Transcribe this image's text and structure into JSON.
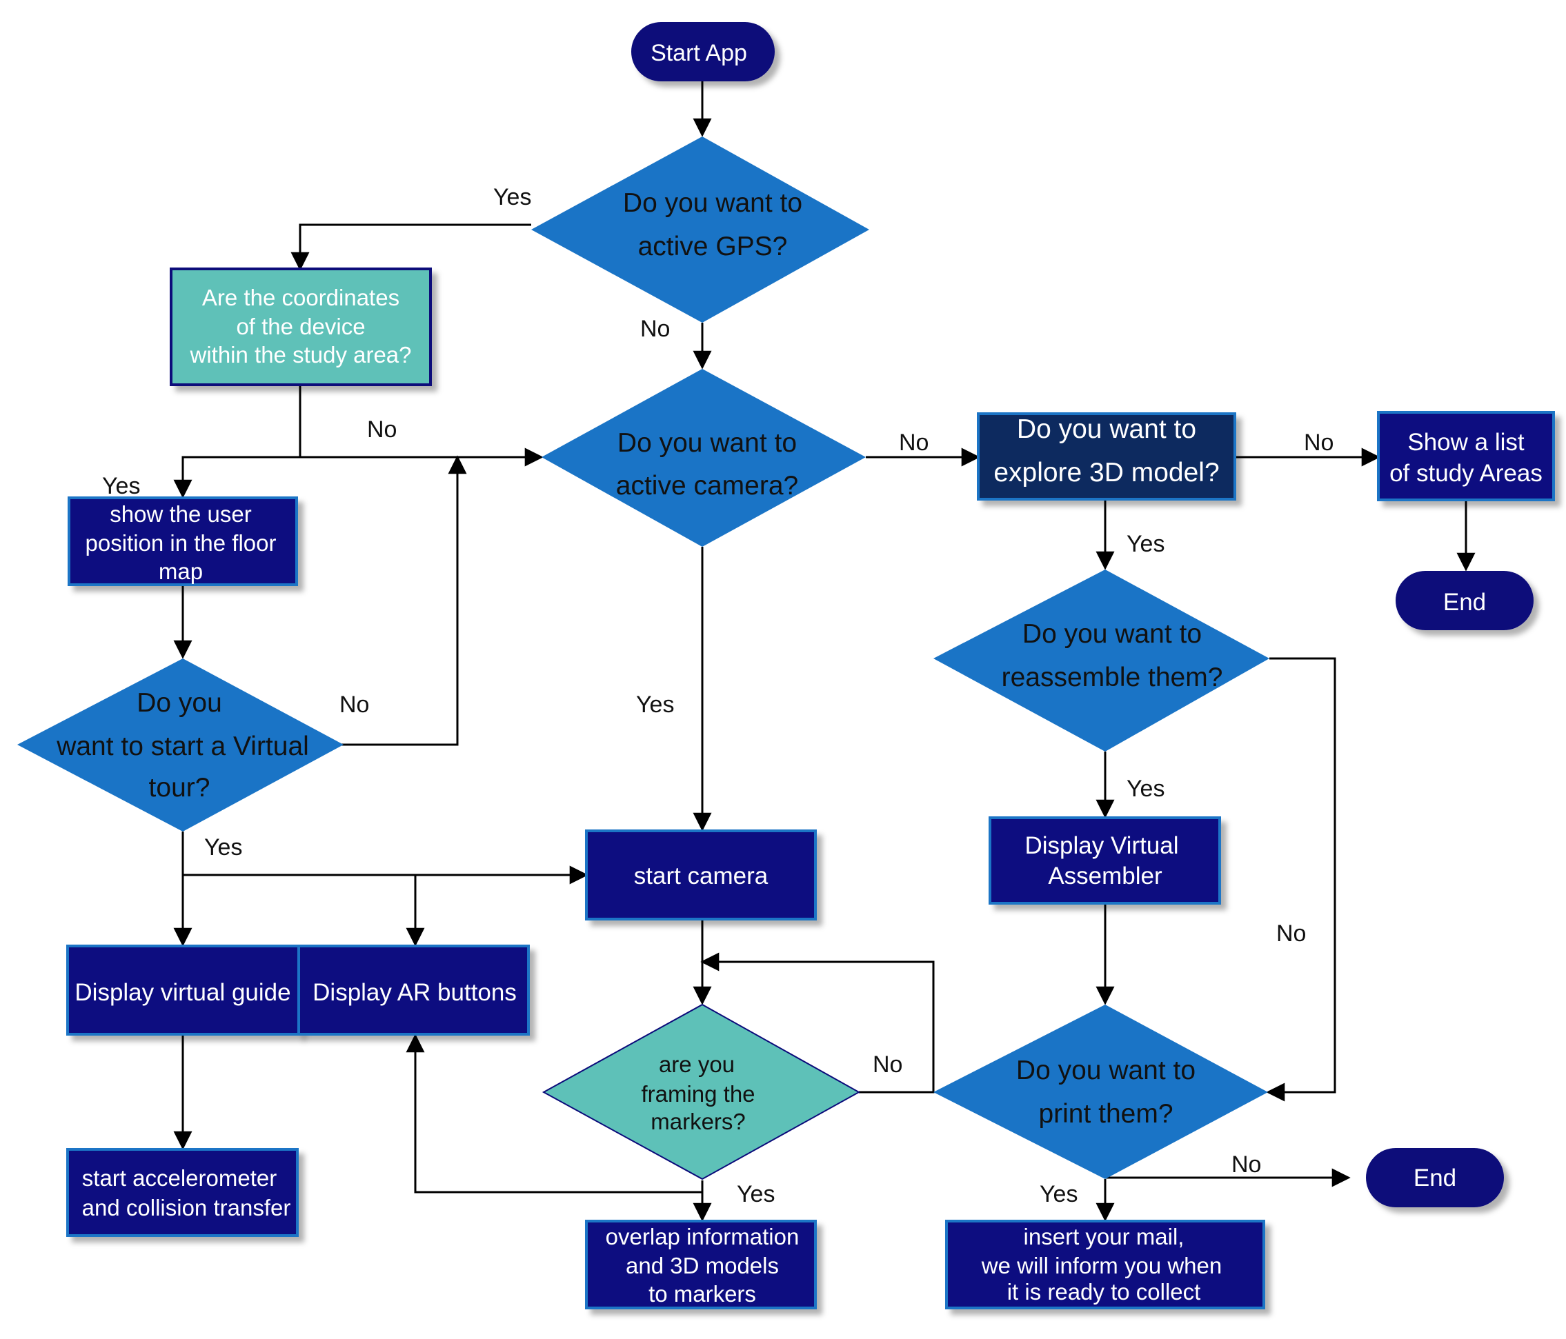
{
  "colors": {
    "terminal": "#0b0b7a",
    "process": "#0d0d80",
    "decision": "#1a74c6",
    "decision_alt": "#5ec1b8",
    "process_alt": "#5ec1b8",
    "explore_box": "#0d2a5e",
    "edge": "#000000"
  },
  "nodes": {
    "start_app": "Start App",
    "q_gps": [
      "Do you want to",
      "active GPS?"
    ],
    "q_coords": [
      "Are the coordinates",
      "of the device",
      "within the study area?"
    ],
    "q_camera": [
      "Do you want to",
      "active camera?"
    ],
    "q_explore": [
      "Do you want to",
      "explore 3D model?"
    ],
    "show_list": [
      "Show a list",
      "of study Areas"
    ],
    "end_top": "End",
    "show_position": [
      "show the user",
      "position in the floor",
      "map"
    ],
    "q_tour": [
      "Do you",
      "want to start a Virtual",
      "tour?"
    ],
    "q_reassemble": [
      "Do you want to",
      "reassemble them?"
    ],
    "start_camera": "start camera",
    "display_assembler": [
      "Display  Virtual",
      "Assembler"
    ],
    "display_guide": "Display virtual guide",
    "display_ar": "Display AR buttons",
    "q_framing": [
      "are you",
      "framing the",
      "markers?"
    ],
    "q_print": [
      "Do you want to",
      "print them?"
    ],
    "end_bottom": "End",
    "start_accel": [
      "start accelerometer",
      "and collision transfer"
    ],
    "overlap_info": [
      "overlap information",
      "and 3D models",
      "to markers"
    ],
    "insert_mail": [
      "insert your mail,",
      "we will inform you when",
      "it is ready to collect"
    ]
  },
  "edge_labels": {
    "gps_yes": "Yes",
    "gps_no": "No",
    "coords_no": "No",
    "coords_yes": "Yes",
    "camera_no": "No",
    "explore_no": "No",
    "explore_yes": "Yes",
    "tour_no": "No",
    "camera_yes": "Yes",
    "reassemble_yes": "Yes",
    "tour_yes": "Yes",
    "reassemble_no": "No",
    "framing_no": "No",
    "print_no": "No",
    "framing_yes": "Yes",
    "print_yes": "Yes"
  }
}
